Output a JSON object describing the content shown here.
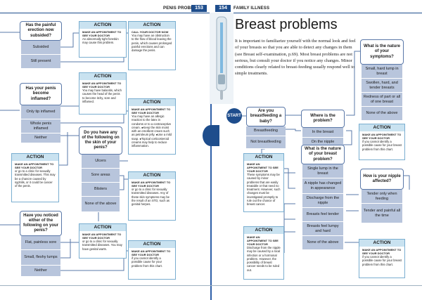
{
  "header": {
    "left_title": "PENIS PROBLEMS",
    "left_page": "153",
    "right_page": "154",
    "right_title": "FAMILY ILLNESS"
  },
  "colors": {
    "accent": "#1e4d8c",
    "answer_fill": "#b8c5dc",
    "action_head": "#c9e2f0"
  },
  "left": {
    "q1": {
      "question": "Has the painful erection now subsided?",
      "answers": [
        "Subsided",
        "Still present"
      ]
    },
    "a1": {
      "head": "ACTION",
      "sub": "MAKE AN APPOINTMENT TO SEE YOUR DOCTOR",
      "body": "An abnormally tight foreskin may cause this problem."
    },
    "a2": {
      "head": "ACTION",
      "sub": "CALL YOUR DOCTOR NOW",
      "body": "You may have an obstruction to the flow of blood leaving the penis, which causes prolonged painful erections and can damage the penis."
    },
    "q2": {
      "question": "Has your penis become inflamed?",
      "answers": [
        "Only tip inflamed",
        "Whole penis inflamed",
        "Neither"
      ]
    },
    "a3": {
      "head": "ACTION",
      "sub": "MAKE AN APPOINTMENT TO SEE YOUR DOCTOR",
      "body": "You may have balanitis, which causes the head of the penis to become itchy, sore and inflamed."
    },
    "a4": {
      "head": "ACTION",
      "sub": "MAKE AN APPOINTMENT TO SEE YOUR DOCTOR",
      "body": "You may have an allergic reaction to the latex in condoms or to a contraceptive cream. ●Keep the skin moist with an emollient cream such as petroleum jelly. ●Use a mild soap. ●Topical corticosteroid creams may help to reduce inflammation."
    },
    "q3": {
      "question": "Do you have any of the following on the skin of your penis?",
      "answers": [
        "Ulcers",
        "Sore areas",
        "Blisters",
        "None of the above"
      ]
    },
    "a5": {
      "head": "ACTION",
      "sub": "MAKE AN APPOINTMENT TO SEE YOUR DOCTOR",
      "body": "or go to a clinic for sexually transmitted diseases. This may be a chancre caused by syphilis, or it could be cancer of the penis."
    },
    "a6": {
      "head": "ACTION",
      "sub": "MAKE AN APPOINTMENT TO SEE YOUR DOCTOR",
      "body": "or go to a clinic for sexually transmitted diseases. Any of these skin symptoms may be the result of an STD, such as genital herpes."
    },
    "q4": {
      "question": "Have you noticed either of the following on your penis?",
      "answers": [
        "Flat, painless sore",
        "Small, fleshy lumps",
        "Neither"
      ]
    },
    "a7": {
      "head": "ACTION",
      "sub": "MAKE AN APPOINTMENT TO SEE YOUR DOCTOR",
      "body": "or go to a clinic for sexually transmitted diseases. You may have genital warts."
    },
    "a8": {
      "head": "ACTION",
      "sub": "MAKE AN APPOINTMENT TO SEE YOUR DOCTOR",
      "body": "if you cannot identify a possible cause for your problem from this chart."
    }
  },
  "right": {
    "title": "Breast problems",
    "intro": "It is important to familiarize yourself with the normal look and feel of your breasts so that you are able to detect any changes in them (see Breast self-examination, p.69). Most breast problems are not serious, but consult your doctor if you notice any changes. Minor conditions clearly related to breast-feeding usually respond well to simple treatments.",
    "start": "START",
    "q1": {
      "question": "Are you breastfeeding a baby?",
      "answers": [
        "Breastfeeding",
        "Not breastfeeding"
      ]
    },
    "q2": {
      "question": "Where is the problem?",
      "answers": [
        "In the breast",
        "On the nipple"
      ]
    },
    "q3": {
      "question": "What is the nature of your symptoms?",
      "answers": [
        "Small, hard lump in breast",
        "Swollen, hard, and tender breasts",
        "Redness of part or all of one breast",
        "None of the above"
      ]
    },
    "q4": {
      "question": "What is the nature of your breast problem?",
      "answers": [
        "Single lump in the breast",
        "A nipple has changed in appearance",
        "Discharge from the nipple",
        "Breasts feel tender",
        "Breasts feel lumpy and hard",
        "None of the above"
      ]
    },
    "q5": {
      "question": "How is your nipple affected?",
      "answers": [
        "Tender only when feeding",
        "Tender and painful all the time"
      ]
    },
    "a1": {
      "head": "ACTION",
      "sub": "MAKE AN APPOINTMENT TO SEE YOUR DOCTOR",
      "body": "These symptoms may be caused by minor problems that are easily treatable or that need no treatment. However, such changes must be investigated promptly to rule out the chance of breast cancer."
    },
    "a2": {
      "head": "ACTION",
      "sub": "MAKE AN APPOINTMENT TO SEE YOUR DOCTOR",
      "body": "Discharge from the nipple may be caused by a local infection or a hormonal problem. However, the possibility of breast cancer needs to be ruled out."
    },
    "a3": {
      "head": "ACTION",
      "sub": "MAKE AN APPOINTMENT TO SEE YOUR DOCTOR",
      "body": "if you cannot identify a possible cause for your breast problem from this chart."
    },
    "a4": {
      "head": "ACTION",
      "sub": "MAKE AN APPOINTMENT TO SEE YOUR DOCTOR",
      "body": "if you cannot identify a possible cause for your breast problem from this chart."
    }
  }
}
